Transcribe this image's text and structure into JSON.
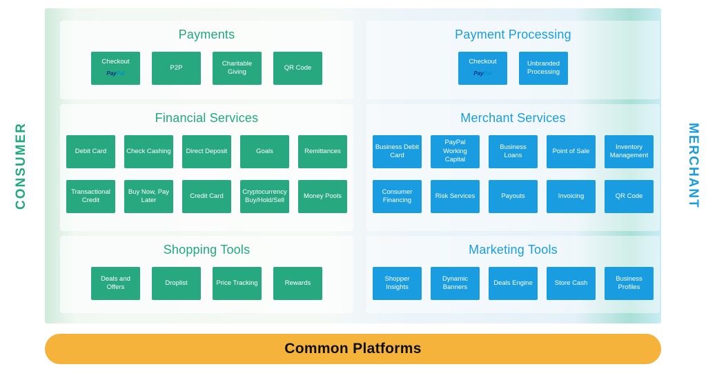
{
  "colors": {
    "consumer": "#1fa97c",
    "merchant": "#199ce0",
    "tile_green": "#27a87f",
    "tile_blue": "#199ce0",
    "footer_bg": "#f6b33c"
  },
  "sidebars": {
    "consumer_label": "CONSUMER",
    "merchant_label": "MERCHANT"
  },
  "paypal_logo": {
    "pay": "Pay",
    "pal": "Pal"
  },
  "footer": {
    "label": "Common Platforms"
  },
  "sections": {
    "payments": {
      "title": "Payments",
      "tiles": [
        {
          "label": "Checkout",
          "paypal": true
        },
        {
          "label": "P2P"
        },
        {
          "label": "Charitable Giving"
        },
        {
          "label": "QR Code"
        }
      ]
    },
    "payment_processing": {
      "title": "Payment Processing",
      "tiles": [
        {
          "label": "Checkout",
          "paypal": true
        },
        {
          "label": "Unbranded Processing"
        }
      ]
    },
    "financial_services": {
      "title": "Financial Services",
      "tiles": [
        {
          "label": "Debit Card"
        },
        {
          "label": "Check Cashing"
        },
        {
          "label": "Direct Deposit"
        },
        {
          "label": "Goals"
        },
        {
          "label": "Remittances"
        },
        {
          "label": "Transactional Credit"
        },
        {
          "label": "Buy Now, Pay Later"
        },
        {
          "label": "Credit Card"
        },
        {
          "label": "Cryptocurrency Buy/Hold/Sell"
        },
        {
          "label": "Money Pools"
        }
      ]
    },
    "merchant_services": {
      "title": "Merchant Services",
      "tiles": [
        {
          "label": "Business Debit Card"
        },
        {
          "label": "PayPal Working Capital"
        },
        {
          "label": "Business Loans"
        },
        {
          "label": "Point of Sale"
        },
        {
          "label": "Inventory Management"
        },
        {
          "label": "Consumer Financing"
        },
        {
          "label": "Risk Services"
        },
        {
          "label": "Payouts"
        },
        {
          "label": "Invoicing"
        },
        {
          "label": "QR Code"
        }
      ]
    },
    "shopping_tools": {
      "title": "Shopping Tools",
      "tiles": [
        {
          "label": "Deals and Offers"
        },
        {
          "label": "Droplist"
        },
        {
          "label": "Price Tracking"
        },
        {
          "label": "Rewards"
        }
      ]
    },
    "marketing_tools": {
      "title": "Marketing Tools",
      "tiles": [
        {
          "label": "Shopper Insights"
        },
        {
          "label": "Dynamic Banners"
        },
        {
          "label": "Deals Engine"
        },
        {
          "label": "Store Cash"
        },
        {
          "label": "Business Profiles"
        }
      ]
    }
  }
}
